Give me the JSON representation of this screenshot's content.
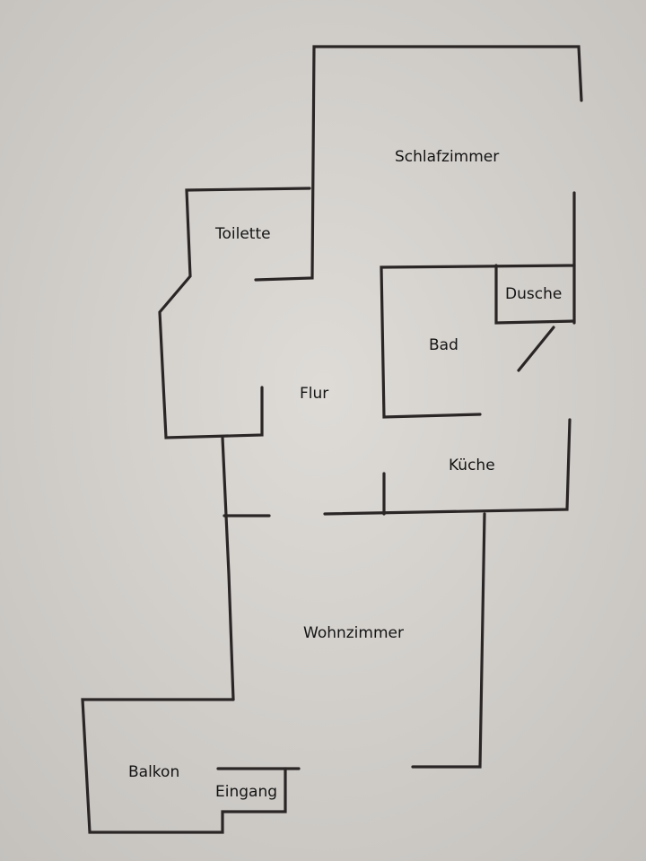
{
  "floor_plan": {
    "rooms": [
      {
        "id": "schlafzimmer",
        "label": "Schlafzimmer"
      },
      {
        "id": "toilette",
        "label": "Toilette"
      },
      {
        "id": "dusche",
        "label": "Dusche"
      },
      {
        "id": "bad",
        "label": "Bad"
      },
      {
        "id": "flur",
        "label": "Flur"
      },
      {
        "id": "kueche",
        "label": "Küche"
      },
      {
        "id": "wohnzimmer",
        "label": "Wohnzimmer"
      },
      {
        "id": "balkon",
        "label": "Balkon"
      },
      {
        "id": "eingang",
        "label": "Eingang"
      }
    ],
    "colors": {
      "paper": "#cfccc8",
      "ink": "#2a2626"
    }
  }
}
